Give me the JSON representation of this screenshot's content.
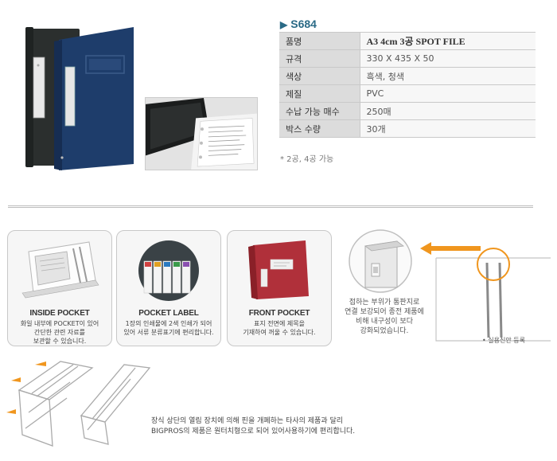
{
  "product": {
    "model": "S684",
    "specs": [
      {
        "label": "품명",
        "value": "A3 4cm 3공 SPOT FILE"
      },
      {
        "label": "규격",
        "value": "330 X 435 X 50"
      },
      {
        "label": "색상",
        "value": "흑색, 청색"
      },
      {
        "label": "제질",
        "value": "PVC"
      },
      {
        "label": "수납 가능 매수",
        "value": "250매"
      },
      {
        "label": "박스 수량",
        "value": "30개"
      }
    ],
    "note": "* 2공, 4공 가능"
  },
  "features": [
    {
      "title": "INSIDE POCKET",
      "desc": "화일 내부에 POCKET이 있어\n간단한 관련 자료를\n보관할 수 있습니다."
    },
    {
      "title": "POCKET LABEL",
      "desc": "1장의 인쇄물에 2색 인쇄가 되어\n있어 서류 분류표기에 편리합니다."
    },
    {
      "title": "FRONT POCKET",
      "desc": "표지 전면에 제목을\n기재하여 꺼울 수 있습니다."
    }
  ],
  "strength_desc": "접하는 부위가 통판지로\n연결 보강되어 종전 제품에\n비해 내구성이 보다\n강화되었습니다.",
  "patent_label": "• 실용신안 등록",
  "bottom_desc": "장식 상단의 열림 장치에 의해 핀을 개폐하는 타사의 제품과 달리\nBIGPROS의 제품은 원터치형으로 되어 있어사용하기에 편리합니다.",
  "colors": {
    "accent": "#2a6a86",
    "arrow": "#f0961e",
    "binder_black": "#2b2f2e",
    "binder_blue": "#1e3d6b",
    "pocket_red": "#b0303a"
  }
}
